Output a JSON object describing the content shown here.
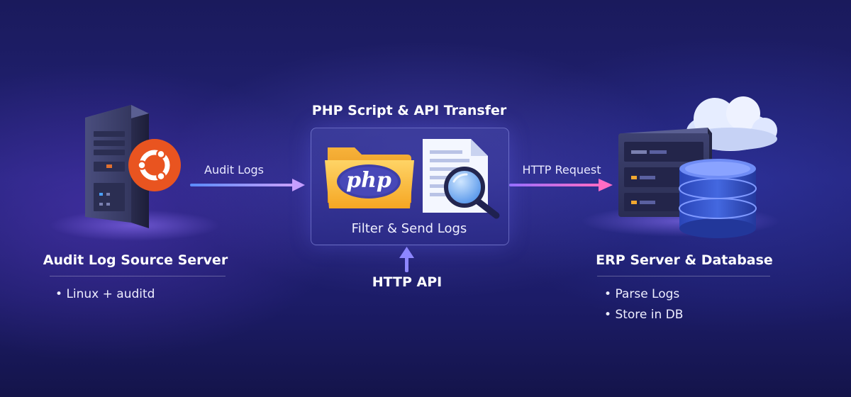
{
  "source": {
    "title": "Audit Log Source Server",
    "bullets": [
      "Linux + auditd"
    ]
  },
  "middle": {
    "title": "PHP Script & API Transfer",
    "php_logo": "php",
    "caption": "Filter & Send Logs",
    "api_label": "HTTP API"
  },
  "destination": {
    "title": "ERP Server & Database",
    "bullets": [
      "Parse Logs",
      "Store in DB"
    ]
  },
  "arrows": {
    "left": "Audit Logs",
    "right": "HTTP Request"
  },
  "icons": {
    "source_server": "server-tower-icon",
    "ubuntu": "ubuntu-logo-icon",
    "folder": "folder-icon",
    "document": "document-icon",
    "magnifier": "magnifier-icon",
    "cloud": "cloud-icon",
    "erp_server": "rack-server-icon",
    "database": "database-icon"
  },
  "colors": {
    "background": "#1e1e6e",
    "ubuntu": "#e95420",
    "php_folder": "#f4a81c",
    "php_badge": "#3f3fa8",
    "database": "#3050c8"
  }
}
